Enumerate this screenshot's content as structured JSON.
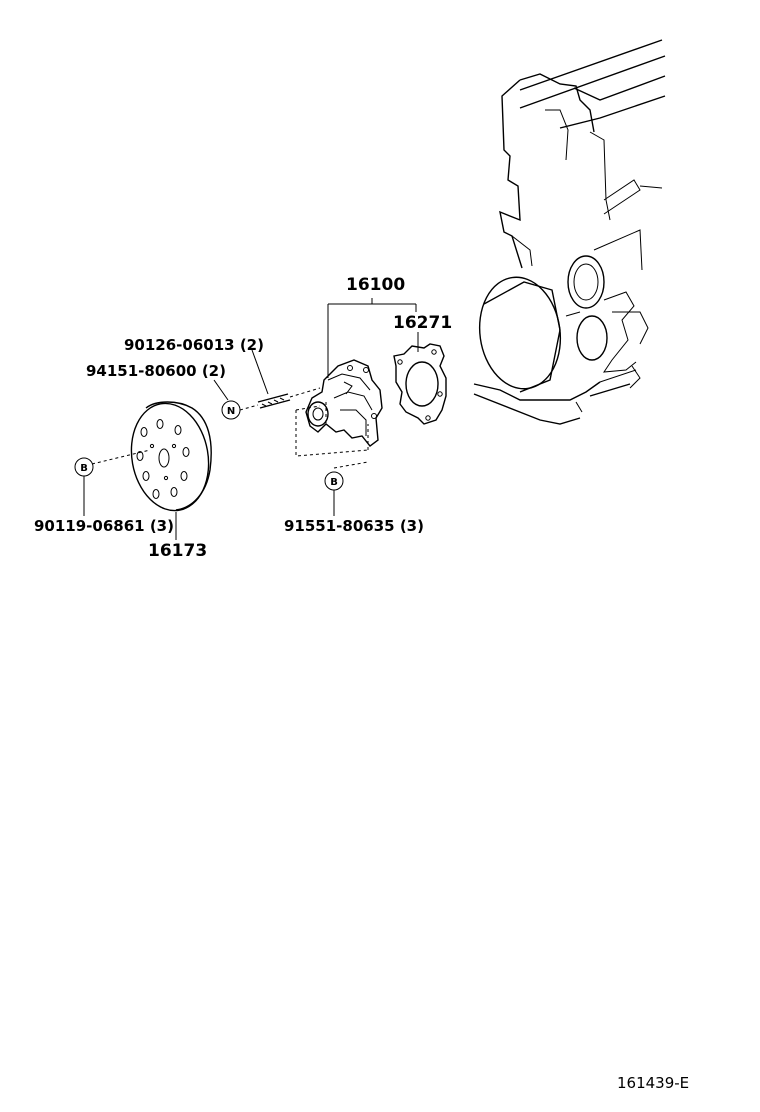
{
  "labels": {
    "water_pump_assy": "16100",
    "gasket": "16271",
    "stud_bolt": "90126-06013 (2)",
    "nut": "94151-80600 (2)",
    "pulley_bolt": "90119-06861 (3)",
    "pulley": "16173",
    "pump_bolt": "91551-80635 (3)"
  },
  "markers": {
    "nut_marker": "N",
    "bolt_marker_left": "B",
    "bolt_marker_right": "B"
  },
  "reference_code": "161439-E"
}
